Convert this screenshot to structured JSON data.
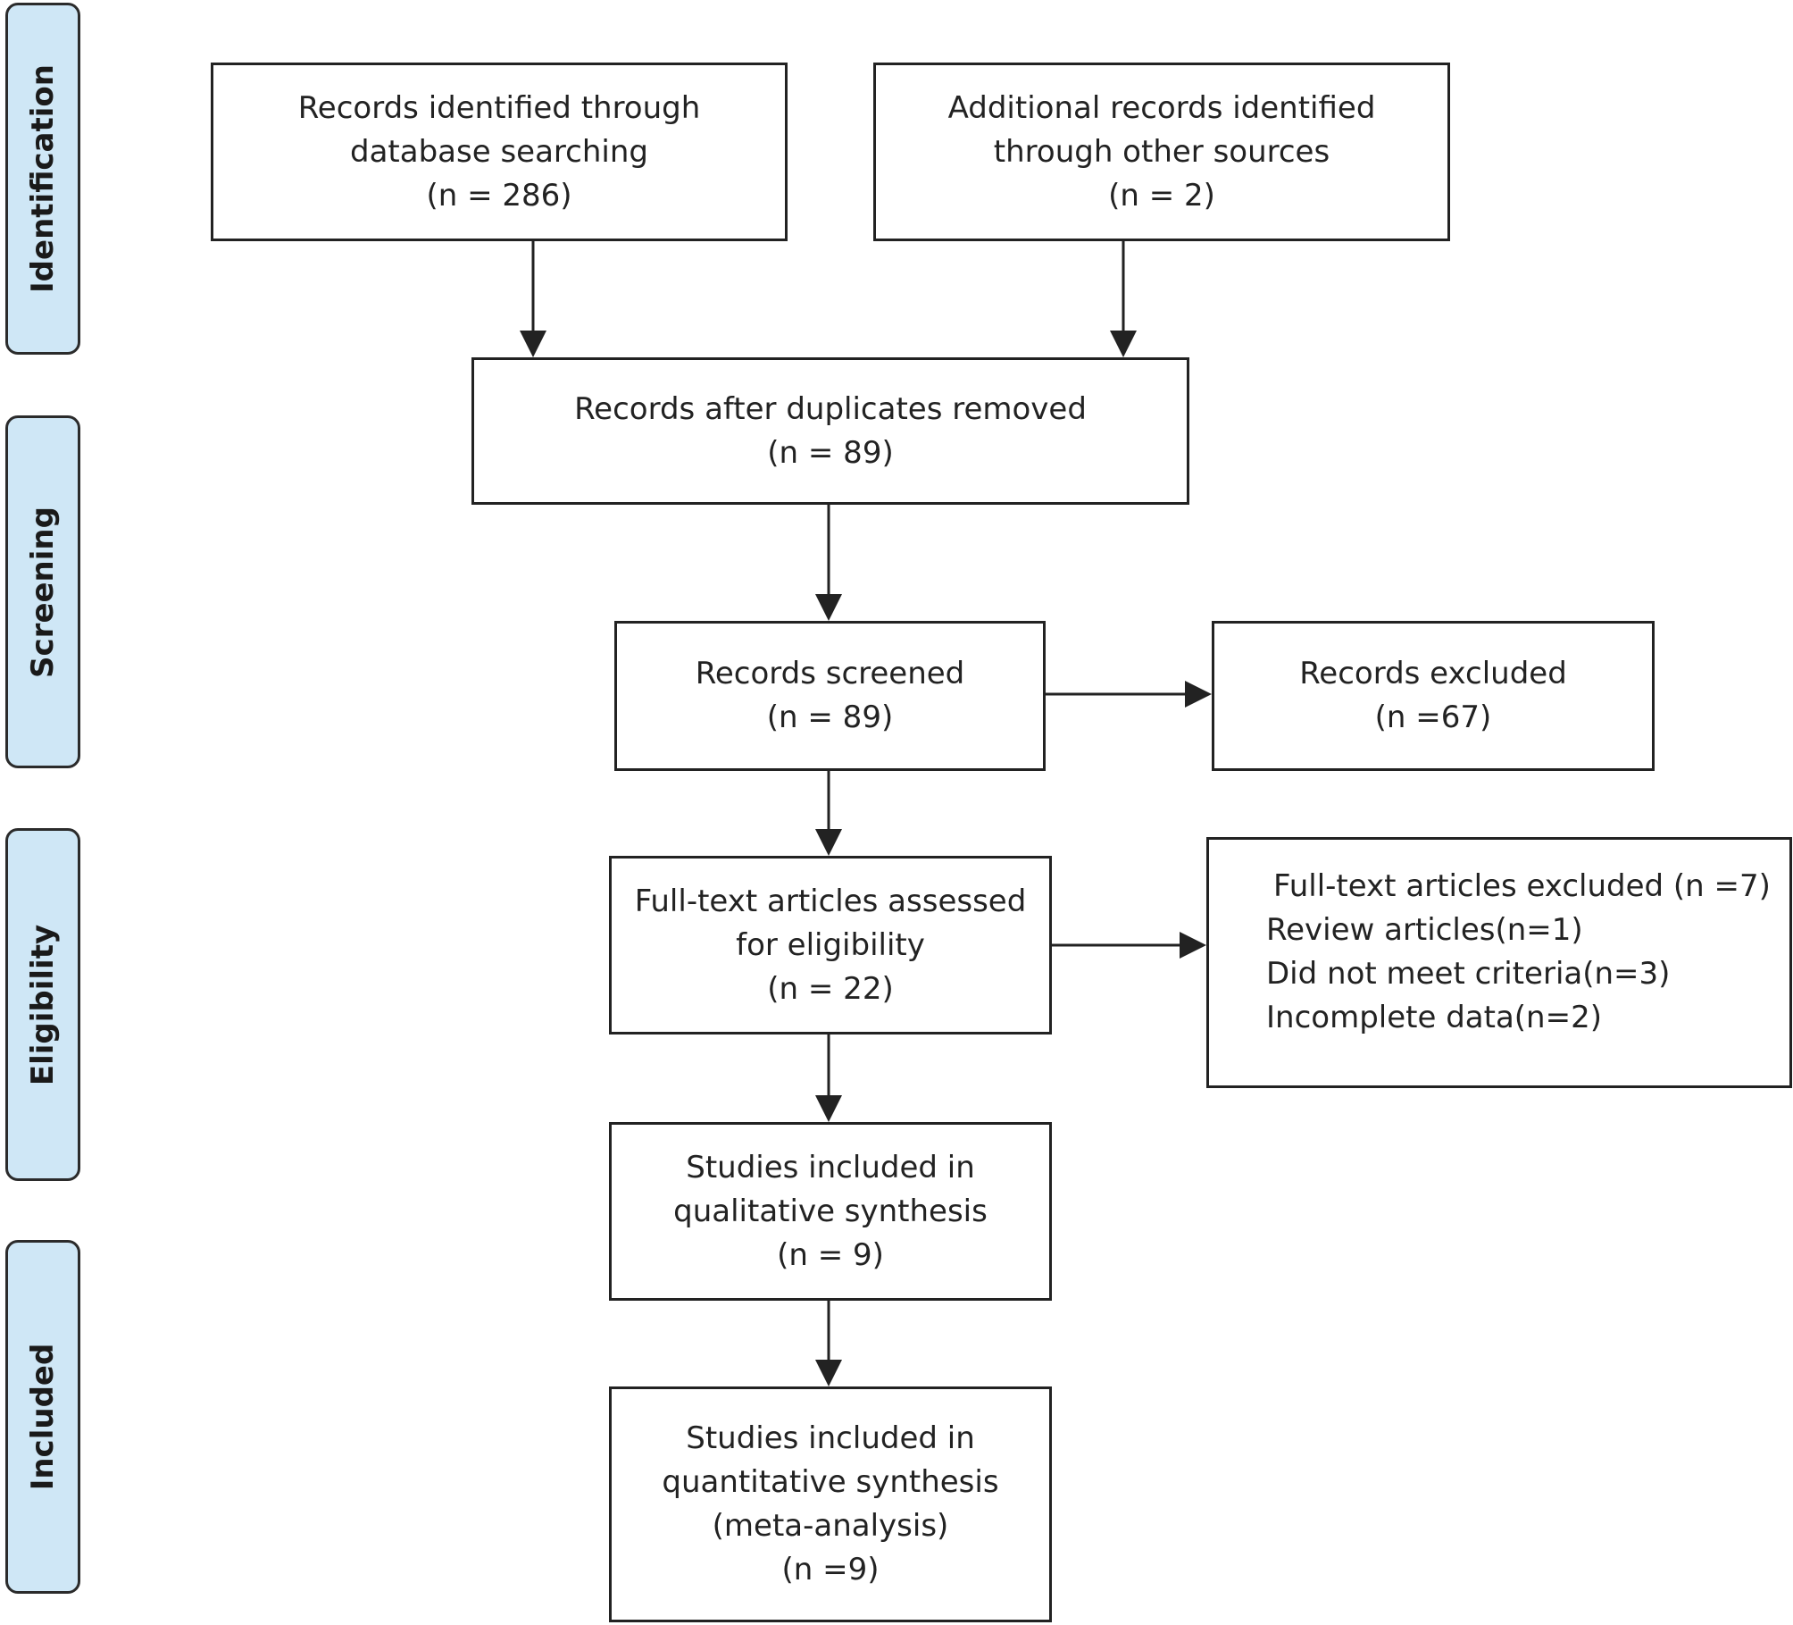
{
  "phases": {
    "identification": "Identification",
    "screening": "Screening",
    "eligibility": "Eligibility",
    "included": "Included"
  },
  "boxes": {
    "database_records": {
      "lines": [
        "Records identified through",
        "database searching",
        "(n = 286)"
      ]
    },
    "other_sources": {
      "lines": [
        "Additional records identified",
        "through other sources",
        "(n = 2)"
      ]
    },
    "duplicates_removed": {
      "lines": [
        "Records after duplicates removed",
        "(n = 89)"
      ]
    },
    "screened": {
      "lines": [
        "Records screened",
        "(n = 89)"
      ]
    },
    "excluded": {
      "lines": [
        "Records excluded",
        "(n =67)"
      ]
    },
    "fulltext_assessed": {
      "lines": [
        "Full-text articles assessed",
        "for eligibility",
        "(n = 22)"
      ]
    },
    "fulltext_excluded": {
      "heading": "Full-text articles excluded (n =7)",
      "reasons": [
        "Review articles(n=1)",
        "Did not meet criteria(n=3)",
        "Incomplete data(n=2)"
      ]
    },
    "qualitative": {
      "lines": [
        "Studies included in",
        "qualitative synthesis",
        "(n = 9)"
      ]
    },
    "quantitative": {
      "lines": [
        "Studies included in",
        "quantitative synthesis",
        "(meta-analysis)",
        "(n =9)"
      ]
    }
  },
  "colors": {
    "phase_fill": "#cfe7f6",
    "stroke": "#222222"
  }
}
